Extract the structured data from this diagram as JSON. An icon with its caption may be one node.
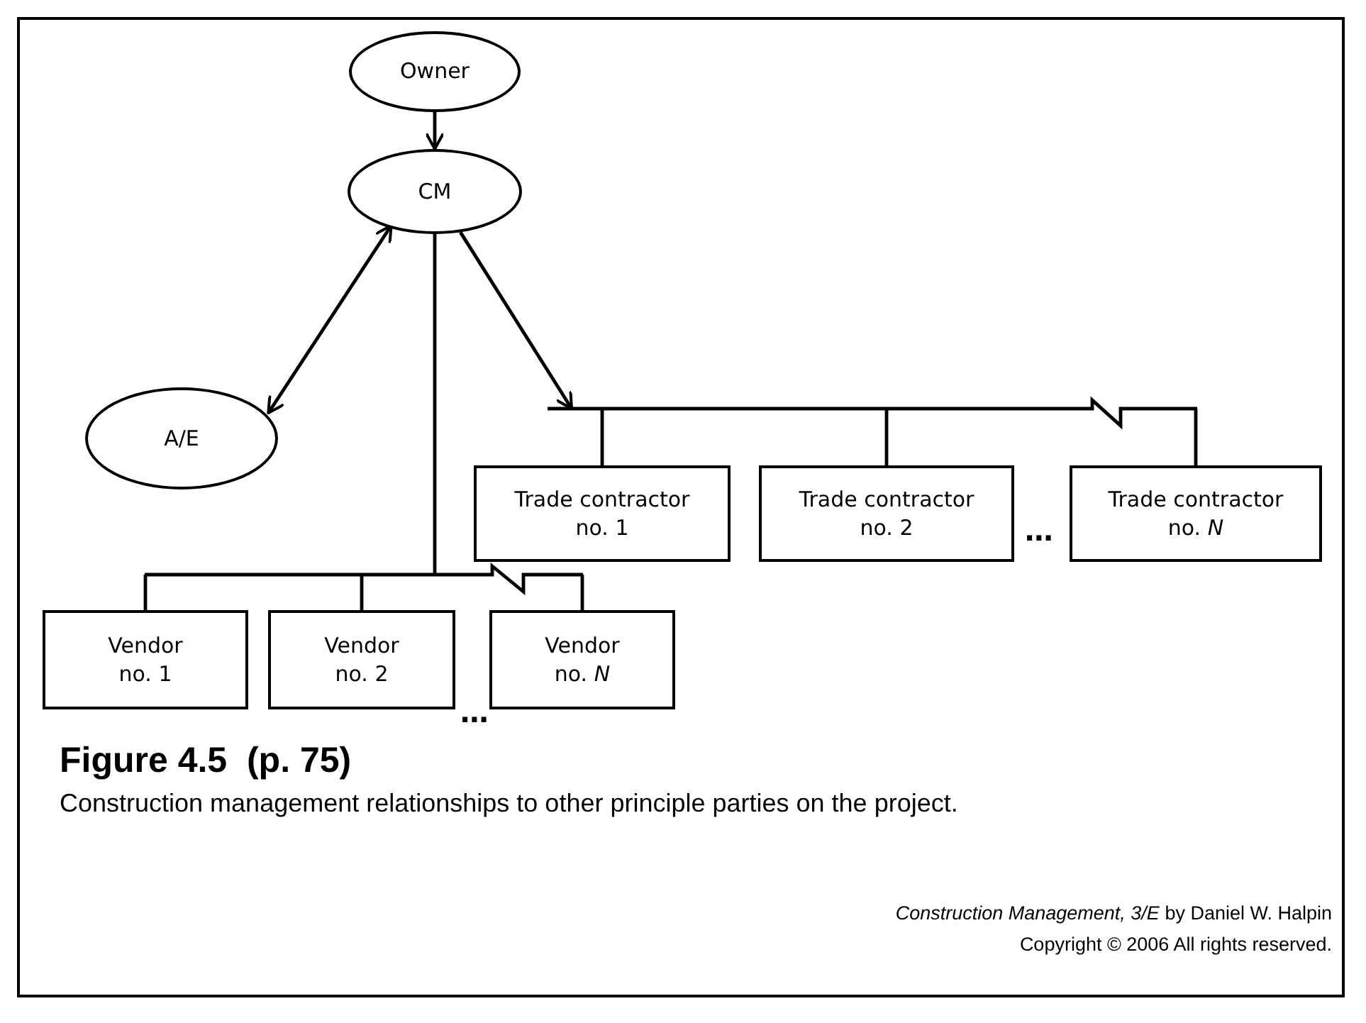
{
  "diagram": {
    "title": "Figure 4.5  (p. 75)",
    "caption": "Construction management relationships to other principle parties on the project.",
    "nodes": [
      {
        "text": [
          "Owner"
        ]
      },
      {
        "text": [
          "CM"
        ]
      },
      {
        "text": [
          "A/E"
        ]
      },
      {
        "text": [
          "Trade contractor no. 1"
        ]
      },
      {
        "text": [
          "Trade contractor no. 2"
        ]
      },
      {
        "text": [
          "Trade contractor no. *N*"
        ]
      },
      {
        "text": [
          "Vendor no. 1"
        ]
      },
      {
        "text": [
          "Vendor no. 2"
        ]
      },
      {
        "text": [
          "Vendor no. *N*"
        ]
      },
      {
        "text": [],
        "shape": "bar"
      },
      {
        "text": [],
        "shape": "bar"
      }
    ],
    "edges": [
      {
        "from": 0,
        "to": 1,
        "arrow": "to"
      },
      {
        "from": 1,
        "to": 2,
        "arrow": "both"
      },
      {
        "from": 1,
        "to": 9,
        "arrow": "to"
      },
      {
        "from": 9,
        "to": 3,
        "arrow": "none"
      },
      {
        "from": 9,
        "to": 4,
        "arrow": "none"
      },
      {
        "from": 9,
        "to": 5,
        "arrow": "none"
      },
      {
        "from": 1,
        "to": 10,
        "arrow": "none"
      },
      {
        "from": 10,
        "to": 6,
        "arrow": "none"
      },
      {
        "from": 10,
        "to": 7,
        "arrow": "none"
      },
      {
        "from": 10,
        "to": 8,
        "arrow": "none"
      }
    ],
    "labels": [
      "...",
      "...",
      "*Construction Management, 3/E* by Daniel W. Halpin",
      "Copyright © 2006 All rights reserved."
    ]
  }
}
